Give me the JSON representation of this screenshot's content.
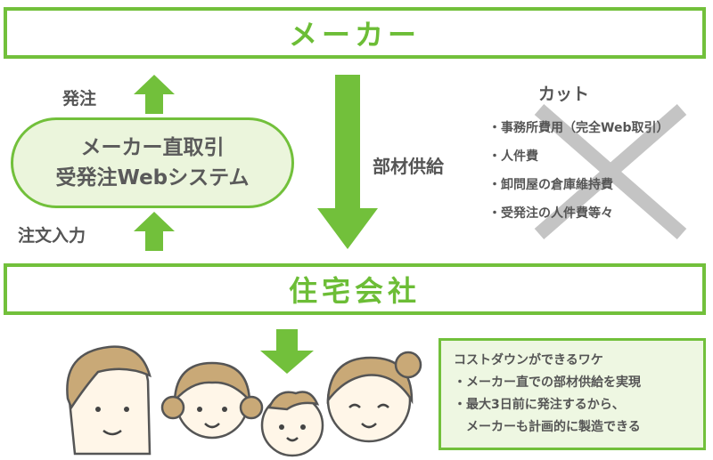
{
  "maker": {
    "label": "メーカー"
  },
  "house_company": {
    "label": "住宅会社"
  },
  "left_flow": {
    "order_label": "発注",
    "input_label": "注文入力",
    "system_line1": "メーカー直取引",
    "system_line2": "受発注Webシステム"
  },
  "supply": {
    "label": "部材供給"
  },
  "cut": {
    "title": "カット",
    "items": [
      "・事務所費用（完全Web取引）",
      "・人件費",
      "・卸問屋の倉庫維持費",
      "・受発注の人件費等々"
    ]
  },
  "reasons": {
    "title": "コストダウンができるワケ",
    "line1": "・メーカー直での部材供給を実現",
    "line2": "・最大3日前に発注するから、",
    "line3": "　メーカーも計画的に製造できる"
  },
  "colors": {
    "accent": "#72c03b",
    "pill_fill": "#ebf5dc",
    "box_fill": "#eef7e2",
    "cross": "#bdbdbd",
    "hair": "#c9a977",
    "skin": "#fff6e8"
  }
}
